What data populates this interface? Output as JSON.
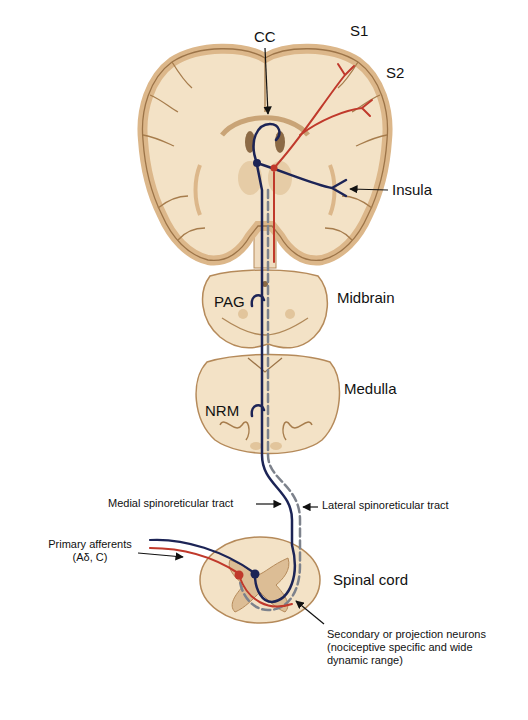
{
  "diagram": {
    "labels": [
      "CC",
      "S1",
      "S2",
      "Insula",
      "PAG",
      "Midbrain",
      "NRM",
      "Medulla",
      "Medial spinoreticular tract",
      "Lateral spinoreticular tract",
      "Primary afferents (Aδ, C)",
      "Spinal cord",
      "Secondary or projection neurons (nociceptive specific and wide dynamic range)"
    ]
  }
}
